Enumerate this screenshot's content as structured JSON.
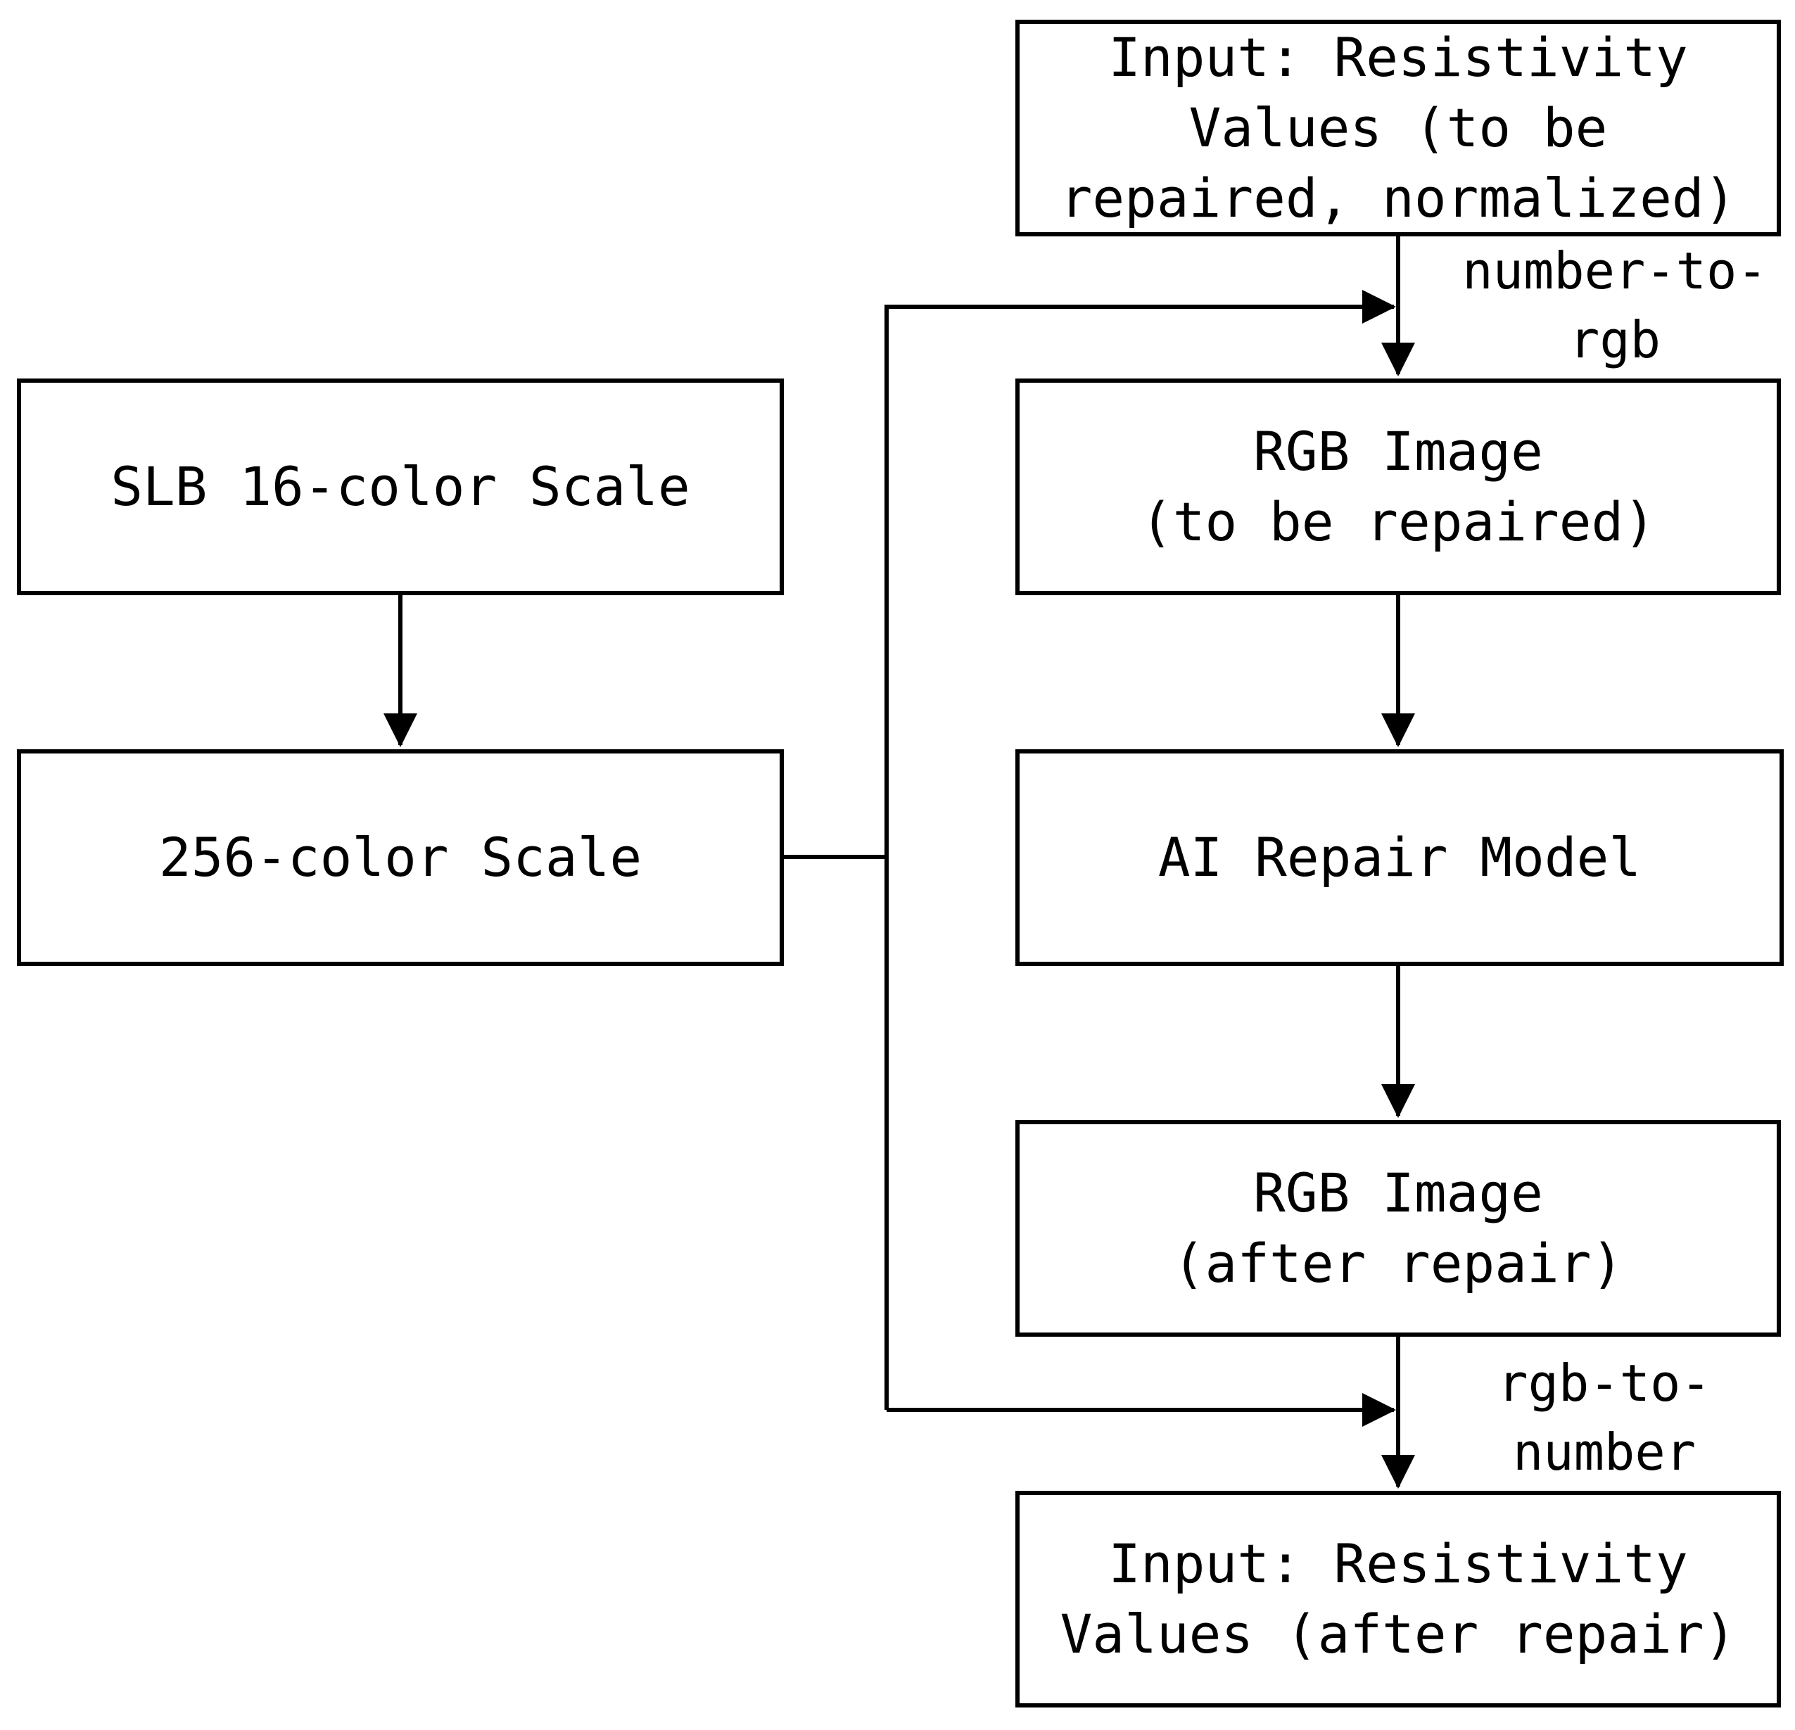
{
  "diagram": {
    "nodes": {
      "input_to_repair": {
        "lines": [
          "Input: Resistivity",
          "Values (to be",
          "repaired, normalized)"
        ]
      },
      "slb_16_scale": {
        "lines": [
          "SLB 16-color Scale"
        ]
      },
      "rgb_to_repair": {
        "lines": [
          "RGB Image",
          "(to be repaired)"
        ]
      },
      "scale_256": {
        "lines": [
          "256-color Scale"
        ]
      },
      "ai_repair_model": {
        "lines": [
          "AI Repair Model"
        ]
      },
      "rgb_after_repair": {
        "lines": [
          "RGB Image",
          "(after repair)"
        ]
      },
      "output_after_repair": {
        "lines": [
          "Input: Resistivity",
          "Values (after repair)"
        ]
      }
    },
    "edge_labels": {
      "number_to_rgb": [
        "number-to-",
        "rgb"
      ],
      "rgb_to_number": [
        "rgb-to-",
        "number"
      ]
    },
    "edges": [
      {
        "from": "input_to_repair",
        "to": "rgb_to_repair",
        "label": "number_to_rgb"
      },
      {
        "from": "slb_16_scale",
        "to": "scale_256"
      },
      {
        "from": "scale_256",
        "to": "rgb_to_repair"
      },
      {
        "from": "rgb_to_repair",
        "to": "ai_repair_model"
      },
      {
        "from": "ai_repair_model",
        "to": "rgb_after_repair"
      },
      {
        "from": "scale_256",
        "to": "output_after_repair"
      },
      {
        "from": "rgb_after_repair",
        "to": "output_after_repair",
        "label": "rgb_to_number"
      }
    ],
    "colors": {
      "line": "#000000",
      "background": "#ffffff"
    }
  }
}
